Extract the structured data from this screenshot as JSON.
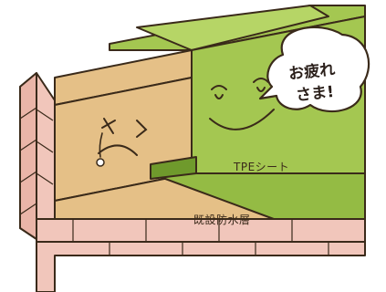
{
  "speech_bubble": {
    "line1": "お疲れ",
    "line2": "さま!"
  },
  "labels": {
    "tpe_sheet": "TPEシート",
    "existing_waterproof_layer": "既設防水層"
  },
  "colors": {
    "green_sheet": "#a4c751",
    "green_sheet_dark": "#6f9a2c",
    "old_layer": "#e5c087",
    "brick": "#f1c6bb",
    "outline": "#3a2a1a",
    "background": "#ffffff"
  }
}
